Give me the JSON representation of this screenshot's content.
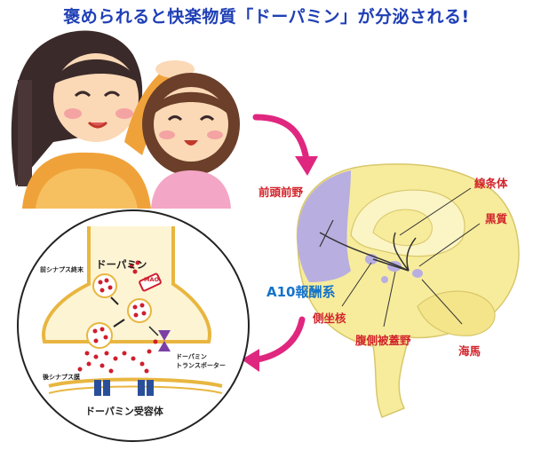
{
  "title": "褒められると快楽物質「ドーパミン」が分泌される!",
  "colors": {
    "title_blue": "#1f3fb6",
    "label_red": "#d2232a",
    "label_blue": "#1473c9",
    "arrow_pink": "#e0277f",
    "brain_yellow": "#f7ec9c",
    "brain_purple": "#b9aee0",
    "dopamine_red": "#d01e2c",
    "synapse_yellow": "#f6dc7d"
  },
  "brain": {
    "labels": {
      "frontal": "前頭前野",
      "striatum": "線条体",
      "substantia_nigra": "黒質",
      "a10": "A10報酬系",
      "accumbens": "側坐核",
      "vta": "腹側被蓋野",
      "hippocampus": "海馬"
    }
  },
  "synapse": {
    "labels": {
      "dopamine": "ドーパミン",
      "pre_terminal": "前シナプス終末",
      "mao": "MAO",
      "transporter_line1": "ドーパミン",
      "transporter_line2": "トランスポーター",
      "post_membrane": "後シナプス膜",
      "receptor": "ドーパミン受容体"
    }
  }
}
